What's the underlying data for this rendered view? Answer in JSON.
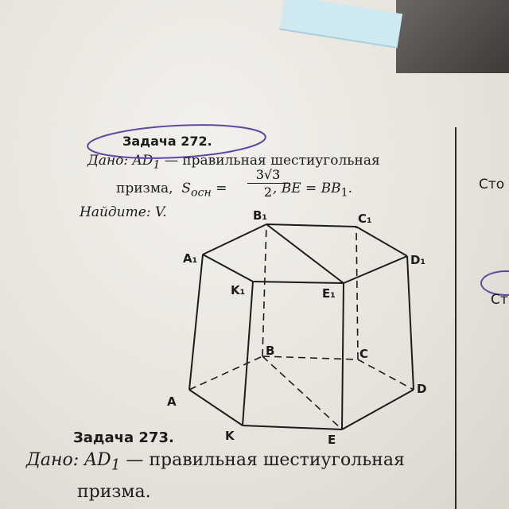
{
  "problem_272": {
    "title": "Задача 272.",
    "given_label": "Дано:",
    "given_obj": "AD",
    "given_sub": "1",
    "given_dash": "— правильная шестиугольная",
    "prism_word": "призма,",
    "s_label": "S",
    "s_sub": "осн",
    "eq": "=",
    "frac_num": "3√3",
    "frac_den": "2",
    "cond": ", BE = BB",
    "cond_sub": "1",
    "cond_end": ".",
    "find_label": "Найдите:",
    "find_val": "V."
  },
  "figure": {
    "labels": {
      "b1": "B₁",
      "c1": "C₁",
      "a1": "A₁",
      "d1": "D₁",
      "k1": "K₁",
      "e1": "E₁",
      "b": "B",
      "c": "C",
      "a": "A",
      "d": "D",
      "k": "K",
      "e": "E"
    }
  },
  "problem_273": {
    "title": "Задача 273.",
    "given_label": "Дано:",
    "given_obj": "AD",
    "given_sub": "1",
    "given_dash": "— правильная шестиугольная",
    "prism_word": "призма."
  },
  "right_column": {
    "fragment1": "Сто",
    "fragment2": "Ст"
  },
  "colors": {
    "ink": "#1c1c1c",
    "pen_circle": "#5b4aa0",
    "sticky_note": "#cfe9f1"
  }
}
